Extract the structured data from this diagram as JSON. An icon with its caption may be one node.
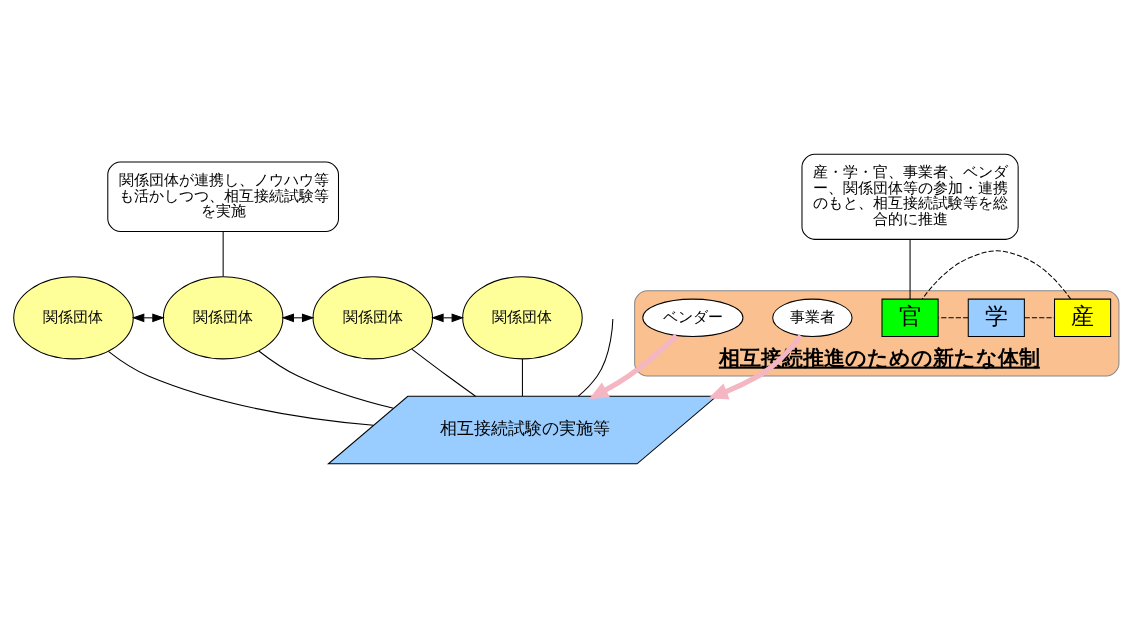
{
  "diagram": {
    "nodes": [
      {
        "text": [
          "相互接続推進のための新たな体制"
        ]
      },
      {
        "text": [
          "産"
        ],
        "in": 0
      },
      {
        "text": [
          "学"
        ],
        "in": 0
      },
      {
        "text": [
          "官"
        ],
        "in": 0
      },
      {
        "text": [
          "事業者"
        ],
        "in": 0
      },
      {
        "text": [
          "ベンダー"
        ],
        "in": 0
      },
      {
        "text": [
          "関係団体"
        ]
      },
      {
        "text": [
          "関係団体"
        ]
      },
      {
        "text": [
          "関係団体"
        ]
      },
      {
        "text": [
          "関係団体"
        ]
      },
      {
        "text": [
          "相互接続試験の実施等"
        ]
      },
      {
        "text": [
          "産・学・官、事業者、ベンダー、関係団体等の参加・連携のもと、相互接続試験等を総合的に推進"
        ]
      },
      {
        "text": [
          "関係団体が連携し、ノウハウ等も活かしつつ、相互接続試験等を実施"
        ]
      }
    ],
    "edges": [
      {
        "from": 2,
        "to": 1,
        "arrow": "none",
        "style": "dashed"
      },
      {
        "from": 1,
        "to": 3,
        "arrow": "none",
        "style": "dashed"
      },
      {
        "from": 2,
        "to": 3,
        "arrow": "none",
        "style": "dashed"
      },
      {
        "from": 11,
        "to": 3,
        "arrow": "none"
      },
      {
        "from": 6,
        "to": 7,
        "arrow": "both"
      },
      {
        "from": 7,
        "to": 8,
        "arrow": "both"
      },
      {
        "from": 8,
        "to": 9,
        "arrow": "both"
      },
      {
        "from": 4,
        "to": 10,
        "arrow": "to",
        "style": "thick",
        "color": "#f4b6c2"
      },
      {
        "from": 5,
        "to": 10,
        "arrow": "to",
        "style": "thick",
        "color": "#f4b6c2"
      },
      {
        "from": 6,
        "to": 10,
        "arrow": "none"
      },
      {
        "from": 7,
        "to": 10,
        "arrow": "none"
      },
      {
        "from": 8,
        "to": 10,
        "arrow": "none"
      },
      {
        "from": 9,
        "to": 10,
        "arrow": "none"
      },
      {
        "from": null,
        "to": 10,
        "arrow": "none"
      },
      {
        "from": 12,
        "to": 7,
        "arrow": "none"
      }
    ]
  }
}
